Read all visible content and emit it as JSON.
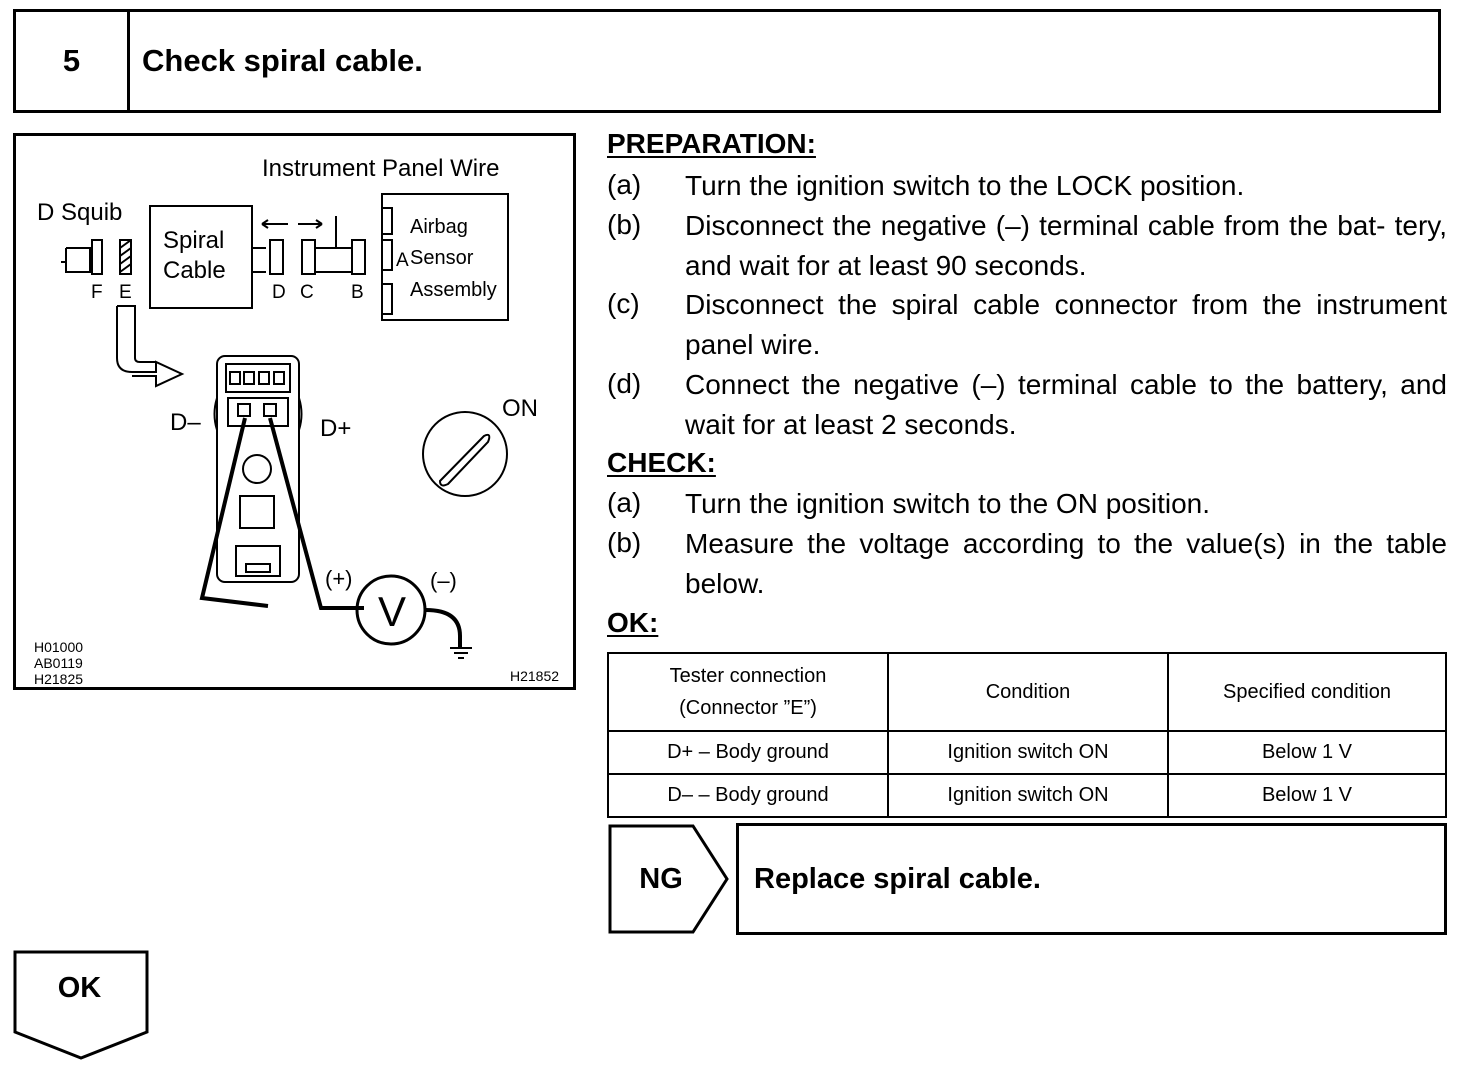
{
  "step": {
    "number": "5",
    "title": "Check spiral cable."
  },
  "figure": {
    "labels": {
      "instrument_panel_wire": "Instrument Panel Wire",
      "d_squib": "D Squib",
      "spiral": "Spiral",
      "cable": "Cable",
      "airbag": "Airbag",
      "sensor": "Sensor",
      "assembly": "Assembly",
      "connector_a": "A",
      "connector_f": "F",
      "connector_e": "E",
      "connector_d": "D",
      "connector_c": "C",
      "connector_b": "B",
      "d_minus": "D–",
      "d_plus": "D+",
      "on": "ON",
      "plus": "(+)",
      "minus": "(–)",
      "voltmeter": "V"
    },
    "codes_left": [
      "H01000",
      "AB0119",
      "H21825"
    ],
    "code_right": "H21852"
  },
  "preparation": {
    "heading": "PREPARATION:",
    "steps": [
      {
        "letter": "(a)",
        "text": "Turn the ignition switch to the LOCK position."
      },
      {
        "letter": "(b)",
        "text": "Disconnect the negative (–) terminal cable from the bat- tery, and wait for at least 90 seconds."
      },
      {
        "letter": "(c)",
        "text": "Disconnect the spiral cable connector from the instrument panel wire."
      },
      {
        "letter": "(d)",
        "text": "Connect the negative (–) terminal cable to the battery, and wait for at least 2 seconds."
      }
    ]
  },
  "check": {
    "heading": "CHECK:",
    "steps": [
      {
        "letter": "(a)",
        "text": "Turn the ignition switch to the ON position."
      },
      {
        "letter": "(b)",
        "text": "Measure the voltage according to the value(s) in the table below."
      }
    ]
  },
  "ok_heading": "OK:",
  "table": {
    "headers": {
      "tester_line1": "Tester connection",
      "tester_line2": "(Connector ”E”)",
      "condition": "Condition",
      "specified": "Specified condition"
    },
    "rows": [
      {
        "connection": "D+ – Body ground",
        "condition": "Ignition switch ON",
        "specified": "Below 1 V"
      },
      {
        "connection": "D– – Body ground",
        "condition": "Ignition switch ON",
        "specified": "Below 1 V"
      }
    ]
  },
  "ng": {
    "label": "NG",
    "action": "Replace spiral cable."
  },
  "ok": {
    "label": "OK"
  }
}
